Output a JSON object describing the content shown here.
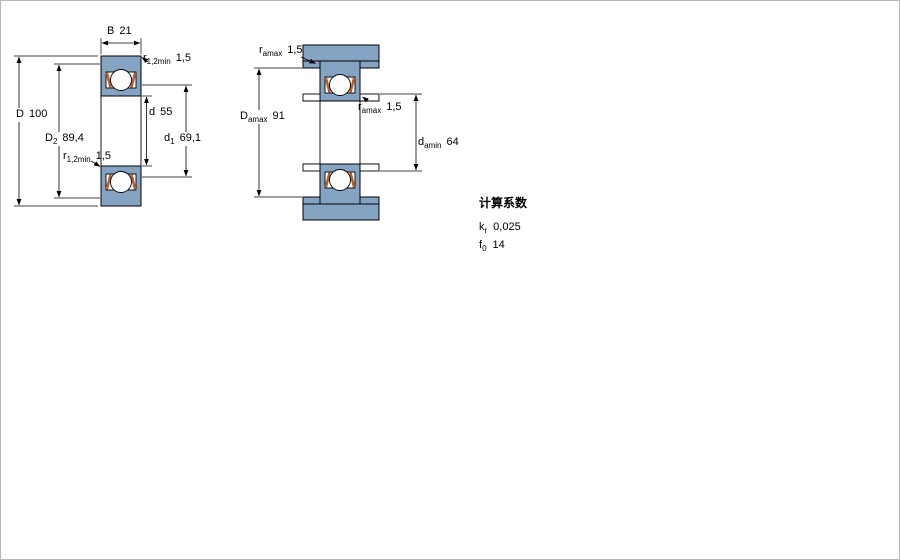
{
  "drawing": {
    "colors": {
      "bearing_fill": "#85a3c2",
      "seal": "#bc5e2a"
    }
  },
  "labels": {
    "B": {
      "sym": "B",
      "sub": "",
      "val": "21"
    },
    "r12_top": {
      "sym": "r",
      "sub": "1,2min",
      "val": "1,5"
    },
    "D": {
      "sym": "D",
      "sub": "",
      "val": "100"
    },
    "D2": {
      "sym": "D",
      "sub": "2",
      "val": "89,4"
    },
    "r12_bottom": {
      "sym": "r",
      "sub": "1,2min",
      "val": "1,5"
    },
    "d": {
      "sym": "d",
      "sub": "",
      "val": "55"
    },
    "d1": {
      "sym": "d",
      "sub": "1",
      "val": "69,1"
    },
    "ra_top": {
      "sym": "r",
      "sub": "amax",
      "val": "1,5"
    },
    "Da": {
      "sym": "D",
      "sub": "amax",
      "val": "91"
    },
    "ra_mid": {
      "sym": "r",
      "sub": "amax",
      "val": "1,5"
    },
    "da": {
      "sym": "d",
      "sub": "amin",
      "val": "64"
    }
  },
  "calculation_factors": {
    "heading": "计算系数",
    "rows": [
      {
        "sym": "k",
        "sub": "r",
        "val": "0,025"
      },
      {
        "sym": "f",
        "sub": "0",
        "val": "14"
      }
    ]
  }
}
